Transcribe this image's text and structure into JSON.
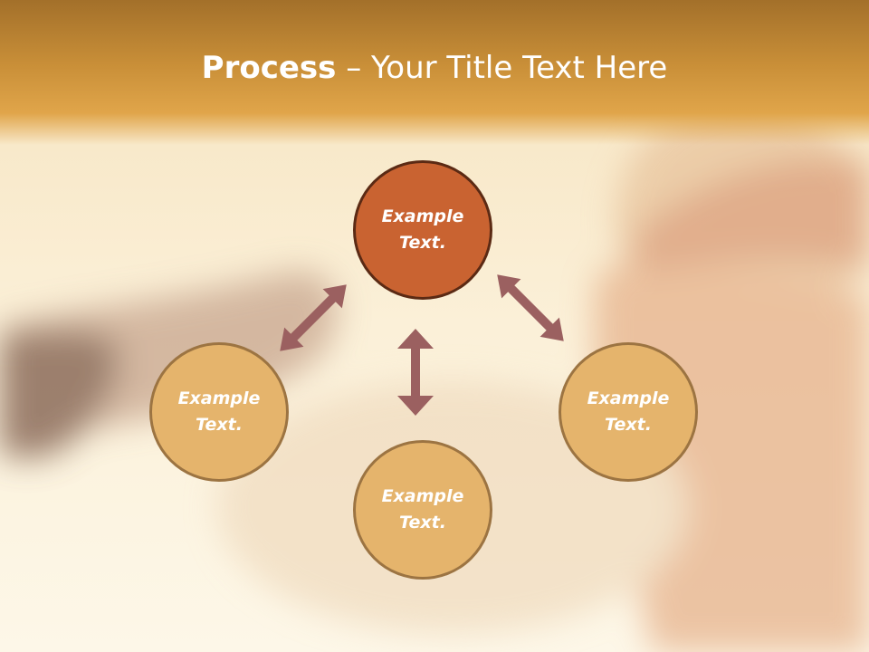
{
  "slide": {
    "title_bold": "Process",
    "title_dash": " – ",
    "title_rest": "Your Title Text Here"
  },
  "diagram": {
    "center": {
      "text": "Example\nText."
    },
    "left": {
      "text": "Example\nText."
    },
    "bottom": {
      "text": "Example\nText."
    },
    "right": {
      "text": "Example\nText."
    }
  },
  "colors": {
    "header": "#c98f38",
    "center_fill": "#c96331",
    "center_border": "#5b2a14",
    "node_fill": "#e5b46c",
    "node_border": "#9c7442",
    "arrow": "#9b6060"
  }
}
